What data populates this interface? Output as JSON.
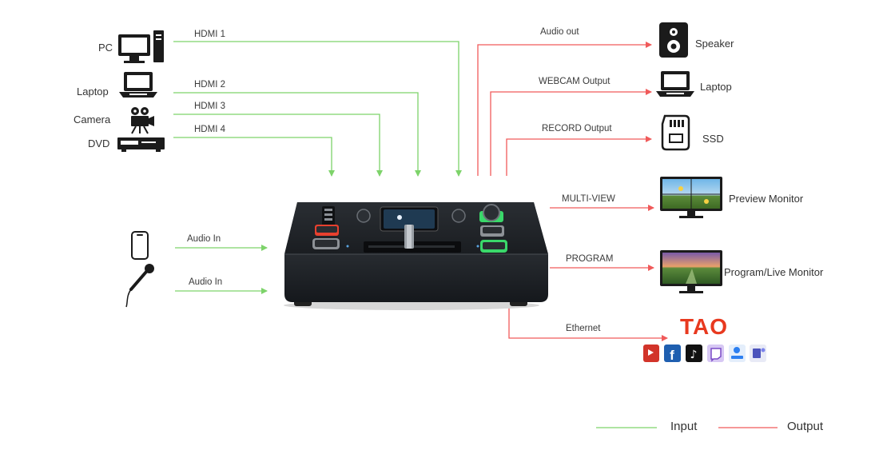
{
  "inputs": {
    "pc": "PC",
    "laptop": "Laptop",
    "camera": "Camera",
    "dvd": "DVD",
    "hdmi1": "HDMI 1",
    "hdmi2": "HDMI 2",
    "hdmi3": "HDMI 3",
    "hdmi4": "HDMI 4",
    "audio_in_1": "Audio In",
    "audio_in_2": "Audio In"
  },
  "outputs": {
    "audio_out": "Audio out",
    "speaker": "Speaker",
    "webcam_output": "WEBCAM Output",
    "laptop": "Laptop",
    "record_output": "RECORD Output",
    "ssd": "SSD",
    "multi_view": "MULTI-VIEW",
    "preview_monitor": "Preview Monitor",
    "program": "PROGRAM",
    "program_monitor": "Program/Live Monitor",
    "ethernet": "Ethernet"
  },
  "brand": {
    "logo_text": "TAO"
  },
  "streaming_icons": [
    "youtube-icon",
    "facebook-icon",
    "tiktok-icon",
    "twitch-icon",
    "zoom-icon",
    "teams-icon"
  ],
  "legend": {
    "input": "Input",
    "output": "Output"
  },
  "colors": {
    "input": "#7dd36a",
    "output": "#f05a5a",
    "brand": "#e8391f"
  }
}
